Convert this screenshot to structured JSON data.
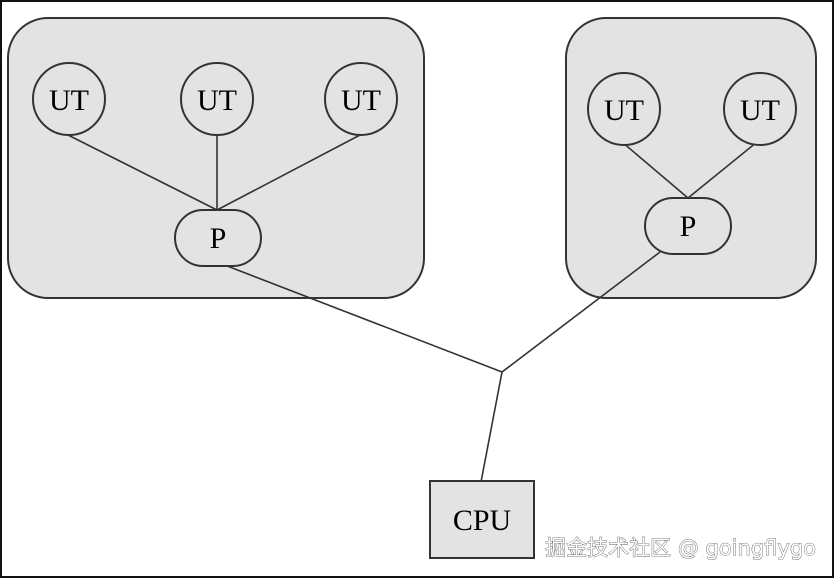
{
  "diagram": {
    "groups": [
      {
        "id": "group-left",
        "user_threads": [
          "UT",
          "UT",
          "UT"
        ],
        "process": "P"
      },
      {
        "id": "group-right",
        "user_threads": [
          "UT",
          "UT"
        ],
        "process": "P"
      }
    ],
    "cpu": "CPU",
    "colors": {
      "group_fill": "#e3e3e3",
      "node_fill": "#e3e3e3",
      "stroke": "#333333",
      "frame": "#111111"
    }
  },
  "watermark": {
    "text": "掘金技术社区 @ goingflygo"
  }
}
